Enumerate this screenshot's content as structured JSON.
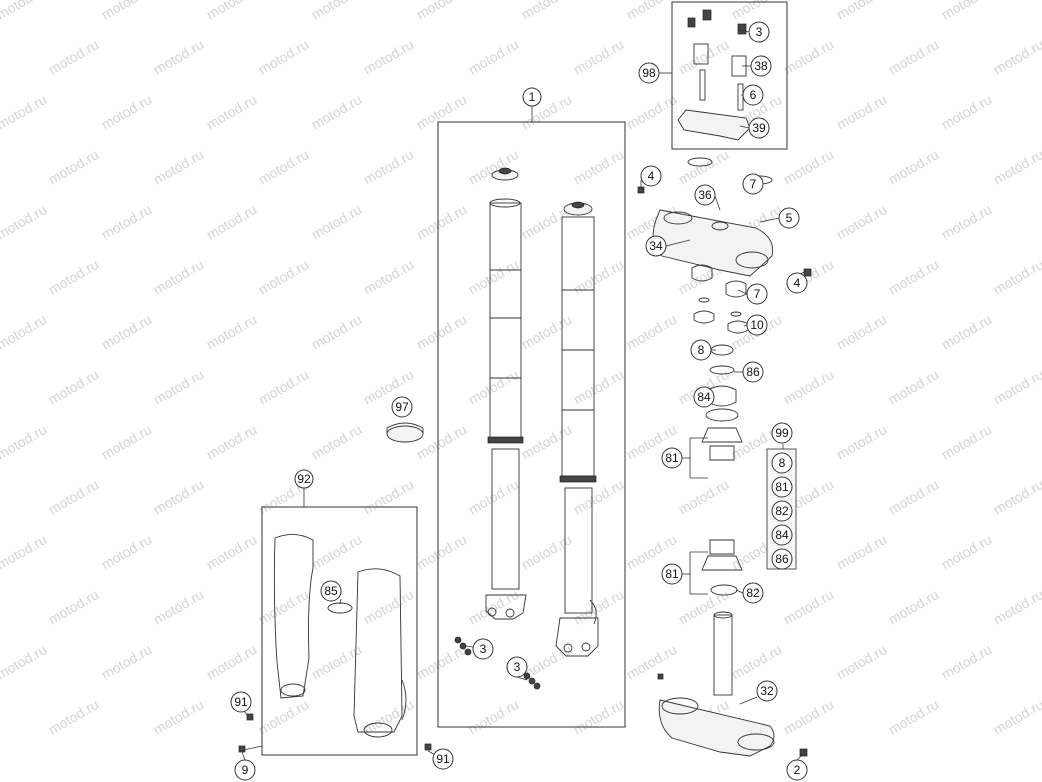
{
  "watermark": "motod.ru",
  "callouts": {
    "c1": "1",
    "c2": "2",
    "c3_top": "3",
    "c3_left": "3",
    "c3_right": "3",
    "c4_upper": "4",
    "c4_lower": "4",
    "c5": "5",
    "c6": "6",
    "c7_upper": "7",
    "c7_lower": "7",
    "c8": "8",
    "c9": "9",
    "c10": "10",
    "c32": "32",
    "c34": "34",
    "c36": "36",
    "c38": "38",
    "c39": "39",
    "c81_upper": "81",
    "c81_lower": "81",
    "c82": "82",
    "c84": "84",
    "c85": "85",
    "c86": "86",
    "c91_left": "91",
    "c91_right": "91",
    "c92": "92",
    "c97": "97",
    "c98": "98",
    "c99": "99"
  },
  "kit_99": [
    "8",
    "81",
    "82",
    "84",
    "86"
  ]
}
